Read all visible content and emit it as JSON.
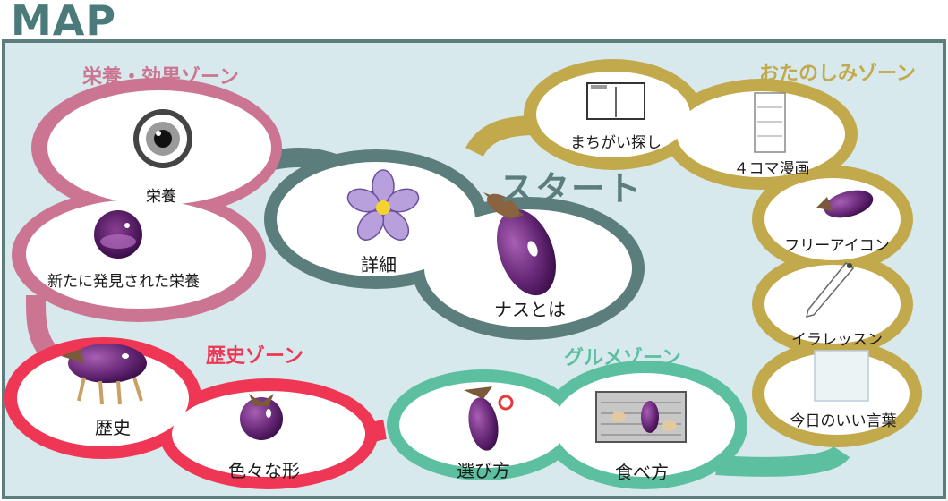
{
  "title": "MAP",
  "start_label": "スタート",
  "colors": {
    "teal": "#5b7e7d",
    "pink": "#cc7592",
    "red": "#ef3654",
    "green": "#5cbfa0",
    "gold": "#c1a94c",
    "board_bg": "#d7e9ec"
  },
  "zones": {
    "nutrition": {
      "title": "栄養・効果ゾーン",
      "items": [
        {
          "label": "栄養",
          "icon": "eye-icon"
        },
        {
          "label": "新たに発見された栄養",
          "icon": "purple-orb-icon"
        }
      ]
    },
    "start": {
      "items": [
        {
          "label": "詳細",
          "icon": "eggplant-flower-icon"
        },
        {
          "label": "ナスとは",
          "icon": "eggplant-icon"
        }
      ]
    },
    "fun": {
      "title": "おたのしみゾーン",
      "items": [
        {
          "label": "まちがい探し",
          "icon": "spot-difference-icon"
        },
        {
          "label": "４コマ漫画",
          "icon": "comic-strip-icon"
        },
        {
          "label": "フリーアイコン",
          "icon": "small-eggplant-icon"
        },
        {
          "label": "イラレッスン",
          "icon": "pen-icon"
        },
        {
          "label": "今日のいい言葉",
          "icon": "card-icon"
        }
      ]
    },
    "history": {
      "title": "歴史ゾーン",
      "items": [
        {
          "label": "歴史",
          "icon": "eggplant-cow-icon"
        },
        {
          "label": "色々な形",
          "icon": "round-eggplant-icon"
        }
      ]
    },
    "gourmet": {
      "title": "グルメゾーン",
      "items": [
        {
          "label": "選び方",
          "icon": "picking-eggplant-icon"
        },
        {
          "label": "食べ方",
          "icon": "grill-icon"
        }
      ]
    }
  }
}
